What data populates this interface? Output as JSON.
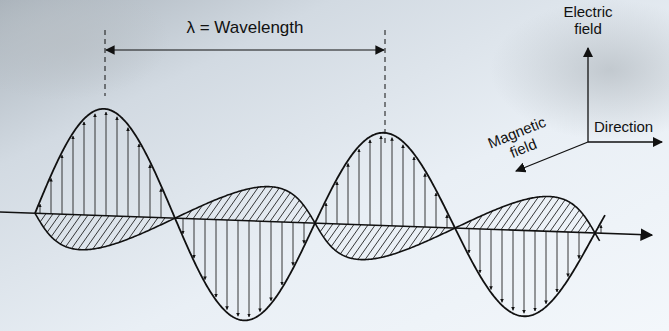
{
  "diagram": {
    "labels": [
      "λ = Wavelength",
      "Electric field",
      "Magnetic field",
      "Direction"
    ]
  }
}
